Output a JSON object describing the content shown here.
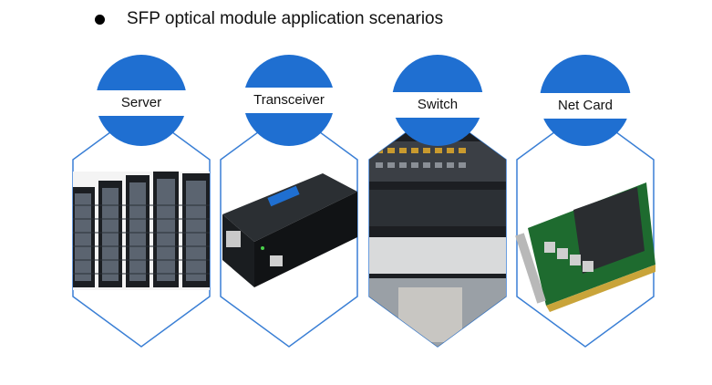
{
  "heading": {
    "text": "SFP optical module application scenarios"
  },
  "colors": {
    "accent": "#1f6fd1",
    "outline": "#3a7fd5"
  },
  "scenarios": [
    {
      "label": "Server",
      "image": "server-racks"
    },
    {
      "label": "Transceiver",
      "image": "media-converter"
    },
    {
      "label": "Switch",
      "image": "network-switch"
    },
    {
      "label": "Net Card",
      "image": "network-card"
    }
  ]
}
